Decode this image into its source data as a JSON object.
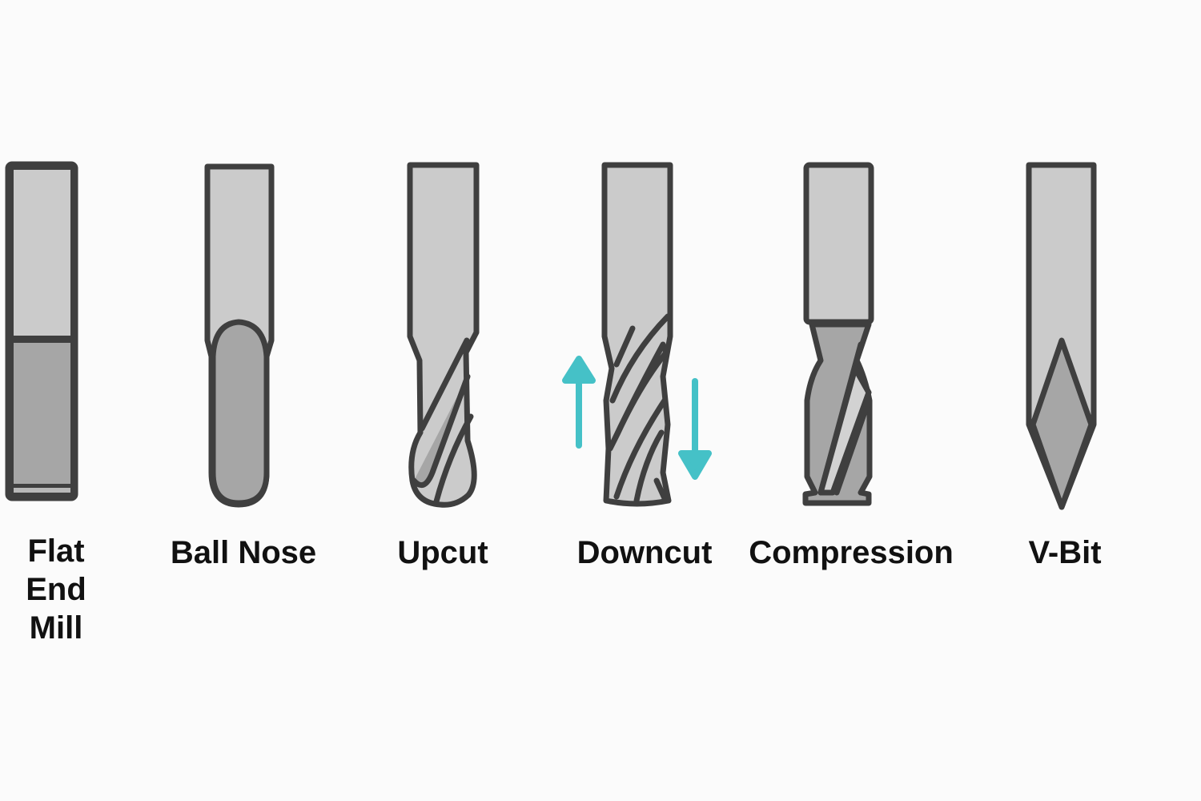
{
  "diagram": {
    "title": "",
    "colors": {
      "outline": "#3f3f3f",
      "shank": "#cbcbcb",
      "flute_dark": "#a6a6a6",
      "flute_light": "#d2d2d2",
      "arrow": "#45c1c7",
      "background": "#fbfbfb",
      "text": "#111111"
    },
    "bits": [
      {
        "id": "flat-end-mill",
        "label_lines": [
          "Flat",
          "End",
          "Mill"
        ]
      },
      {
        "id": "ball-nose",
        "label": "Ball Nose"
      },
      {
        "id": "upcut",
        "label": "Upcut"
      },
      {
        "id": "downcut",
        "label": "Downcut",
        "arrows": [
          "up-arrow",
          "down-arrow"
        ]
      },
      {
        "id": "compression",
        "label": "Compression"
      },
      {
        "id": "v-bit",
        "label": "V-Bit"
      }
    ]
  }
}
